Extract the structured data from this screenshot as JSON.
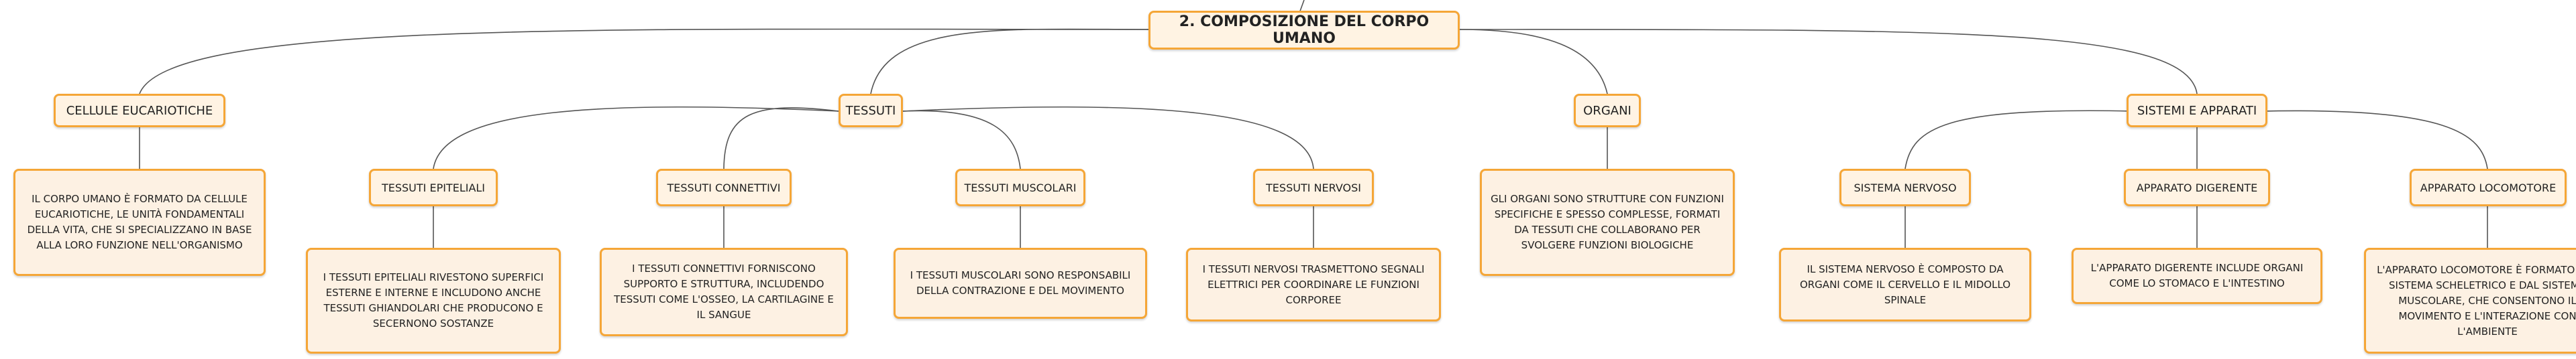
{
  "root": {
    "label": "2. COMPOSIZIONE DEL CORPO UMANO"
  },
  "topics": {
    "cellule": {
      "label": "CELLULE EUCARIOTICHE",
      "desc": "IL CORPO UMANO È FORMATO DA CELLULE EUCARIOTICHE, LE UNITÀ FONDAMENTALI DELLA VITA, CHE SI SPECIALIZZANO IN BASE ALLA LORO FUNZIONE NELL'ORGANISMO"
    },
    "tessuti": {
      "label": "TESSUTI",
      "children": {
        "epiteliali": {
          "label": "TESSUTI EPITELIALI",
          "desc": "I TESSUTI EPITELIALI RIVESTONO SUPERFICI ESTERNE E INTERNE E INCLUDONO ANCHE TESSUTI GHIANDOLARI CHE PRODUCONO E SECERNONO SOSTANZE"
        },
        "connettivi": {
          "label": "TESSUTI CONNETTIVI",
          "desc": "I TESSUTI CONNETTIVI FORNISCONO SUPPORTO E STRUTTURA, INCLUDENDO TESSUTI COME L'OSSEO, LA CARTILAGINE E IL SANGUE"
        },
        "muscolari": {
          "label": "TESSUTI MUSCOLARI",
          "desc": "I TESSUTI MUSCOLARI SONO RESPONSABILI DELLA CONTRAZIONE E DEL MOVIMENTO"
        },
        "nervosi": {
          "label": "TESSUTI NERVOSI",
          "desc": "I TESSUTI NERVOSI TRASMETTONO SEGNALI ELETTRICI PER COORDINARE LE FUNZIONI CORPOREE"
        }
      }
    },
    "organi": {
      "label": "ORGANI",
      "desc": "GLI ORGANI SONO STRUTTURE CON FUNZIONI SPECIFICHE E SPESSO COMPLESSE, FORMATI DA TESSUTI CHE COLLABORANO PER SVOLGERE FUNZIONI BIOLOGICHE"
    },
    "sistemi": {
      "label": "SISTEMI E APPARATI",
      "children": {
        "nervoso": {
          "label": "SISTEMA NERVOSO",
          "desc": "IL SISTEMA NERVOSO È COMPOSTO DA ORGANI COME IL CERVELLO E IL MIDOLLO SPINALE"
        },
        "digerente": {
          "label": "APPARATO DIGERENTE",
          "desc": "L'APPARATO DIGERENTE INCLUDE ORGANI COME LO STOMACO E L'INTESTINO"
        },
        "locomotore": {
          "label": "APPARATO LOCOMOTORE",
          "desc": "L'APPARATO LOCOMOTORE È FORMATO DAL SISTEMA SCHELETRICO E DAL SISTEMA MUSCOLARE, CHE CONSENTONO IL MOVIMENTO E L'INTERAZIONE CON L'AMBIENTE"
        }
      }
    }
  },
  "colors": {
    "border": "#f5a637",
    "fill": "#fff3e3",
    "line": "#555555"
  }
}
